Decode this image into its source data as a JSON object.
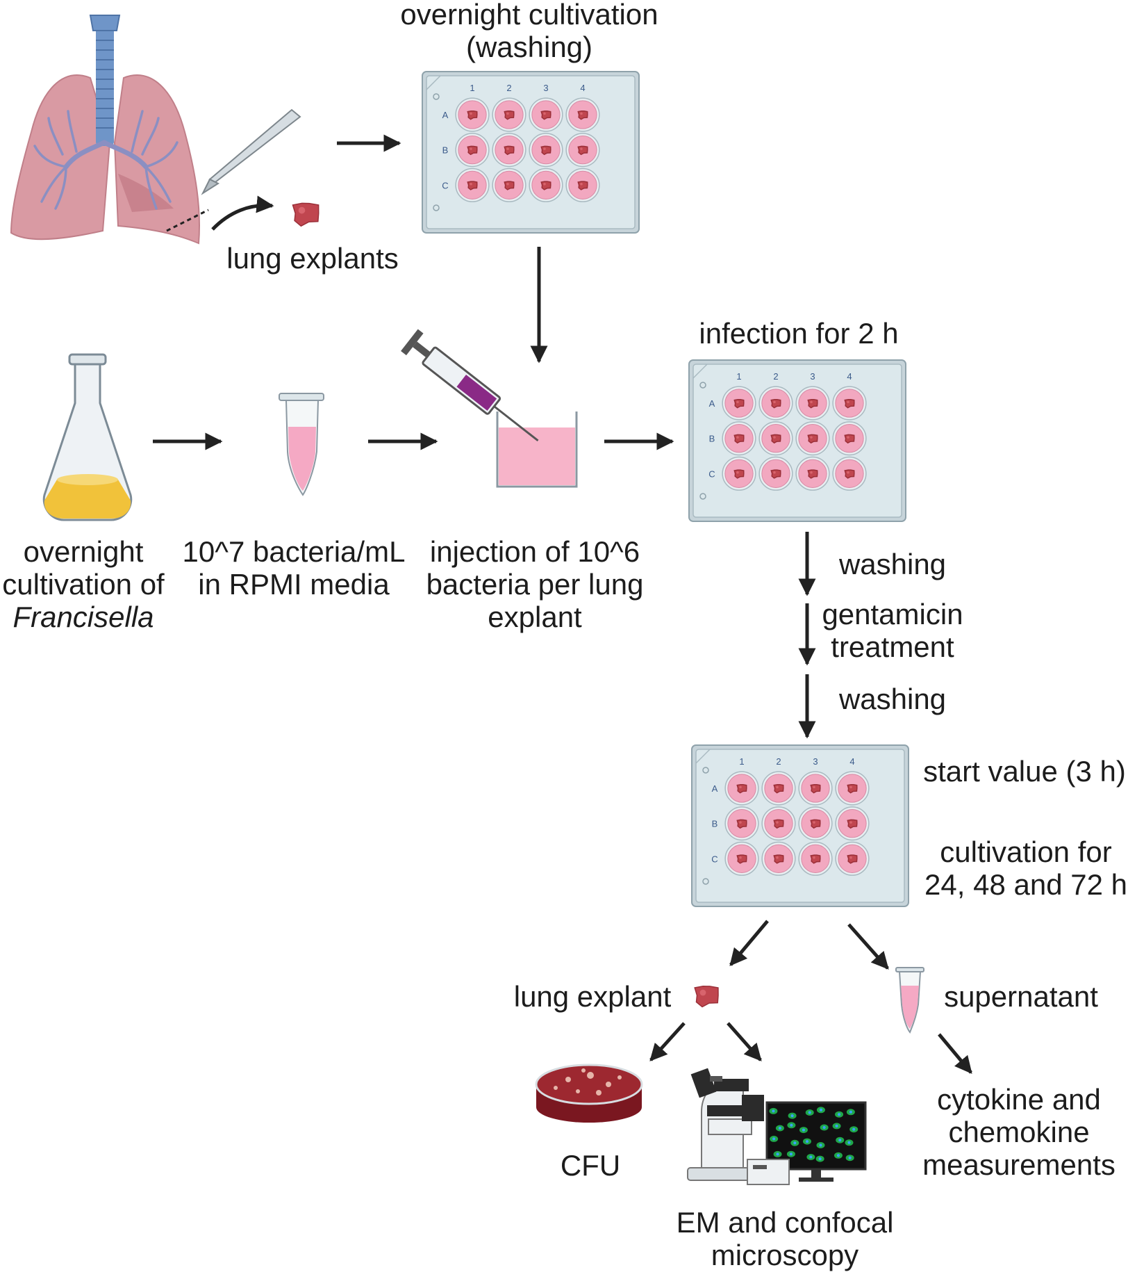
{
  "plate_labels": {
    "columns": [
      "1",
      "2",
      "3",
      "4"
    ],
    "rows": [
      "A",
      "B",
      "C"
    ]
  },
  "steps": {
    "overnight_washing": [
      "overnight cultivation",
      "(washing)"
    ],
    "lung_explants": "lung explants",
    "overnight_francisella": [
      "overnight",
      "cultivation of",
      "Francisella"
    ],
    "bacteria_media": [
      "10^7 bacteria/mL",
      "in RPMI media"
    ],
    "injection": [
      "injection of 10^6",
      "bacteria per lung",
      "explant"
    ],
    "infection": "infection for 2 h",
    "washing_1": "washing",
    "gentamicin": [
      "gentamicin",
      "treatment"
    ],
    "washing_2": "washing",
    "start_value": "start value (3 h)",
    "cultivation_times": [
      "cultivation for",
      "24, 48 and 72 h"
    ],
    "lung_explant": "lung explant",
    "supernatant": "supernatant",
    "cfu": "CFU",
    "microscopy": [
      "EM and confocal",
      "microscopy"
    ],
    "cytokine": [
      "cytokine and",
      "chemokine",
      "measurements"
    ]
  },
  "colors": {
    "arrow": "#222222",
    "lung_tissue": "#d99aa3",
    "trachea": "#6f95c8",
    "plate_fill": "#dce8ec",
    "well_fill": "#f2a8c0",
    "explant": "#c0464f",
    "broth": "#f1c23a",
    "syringe_liquid": "#8a2a86",
    "agar": "#8e1c24"
  }
}
